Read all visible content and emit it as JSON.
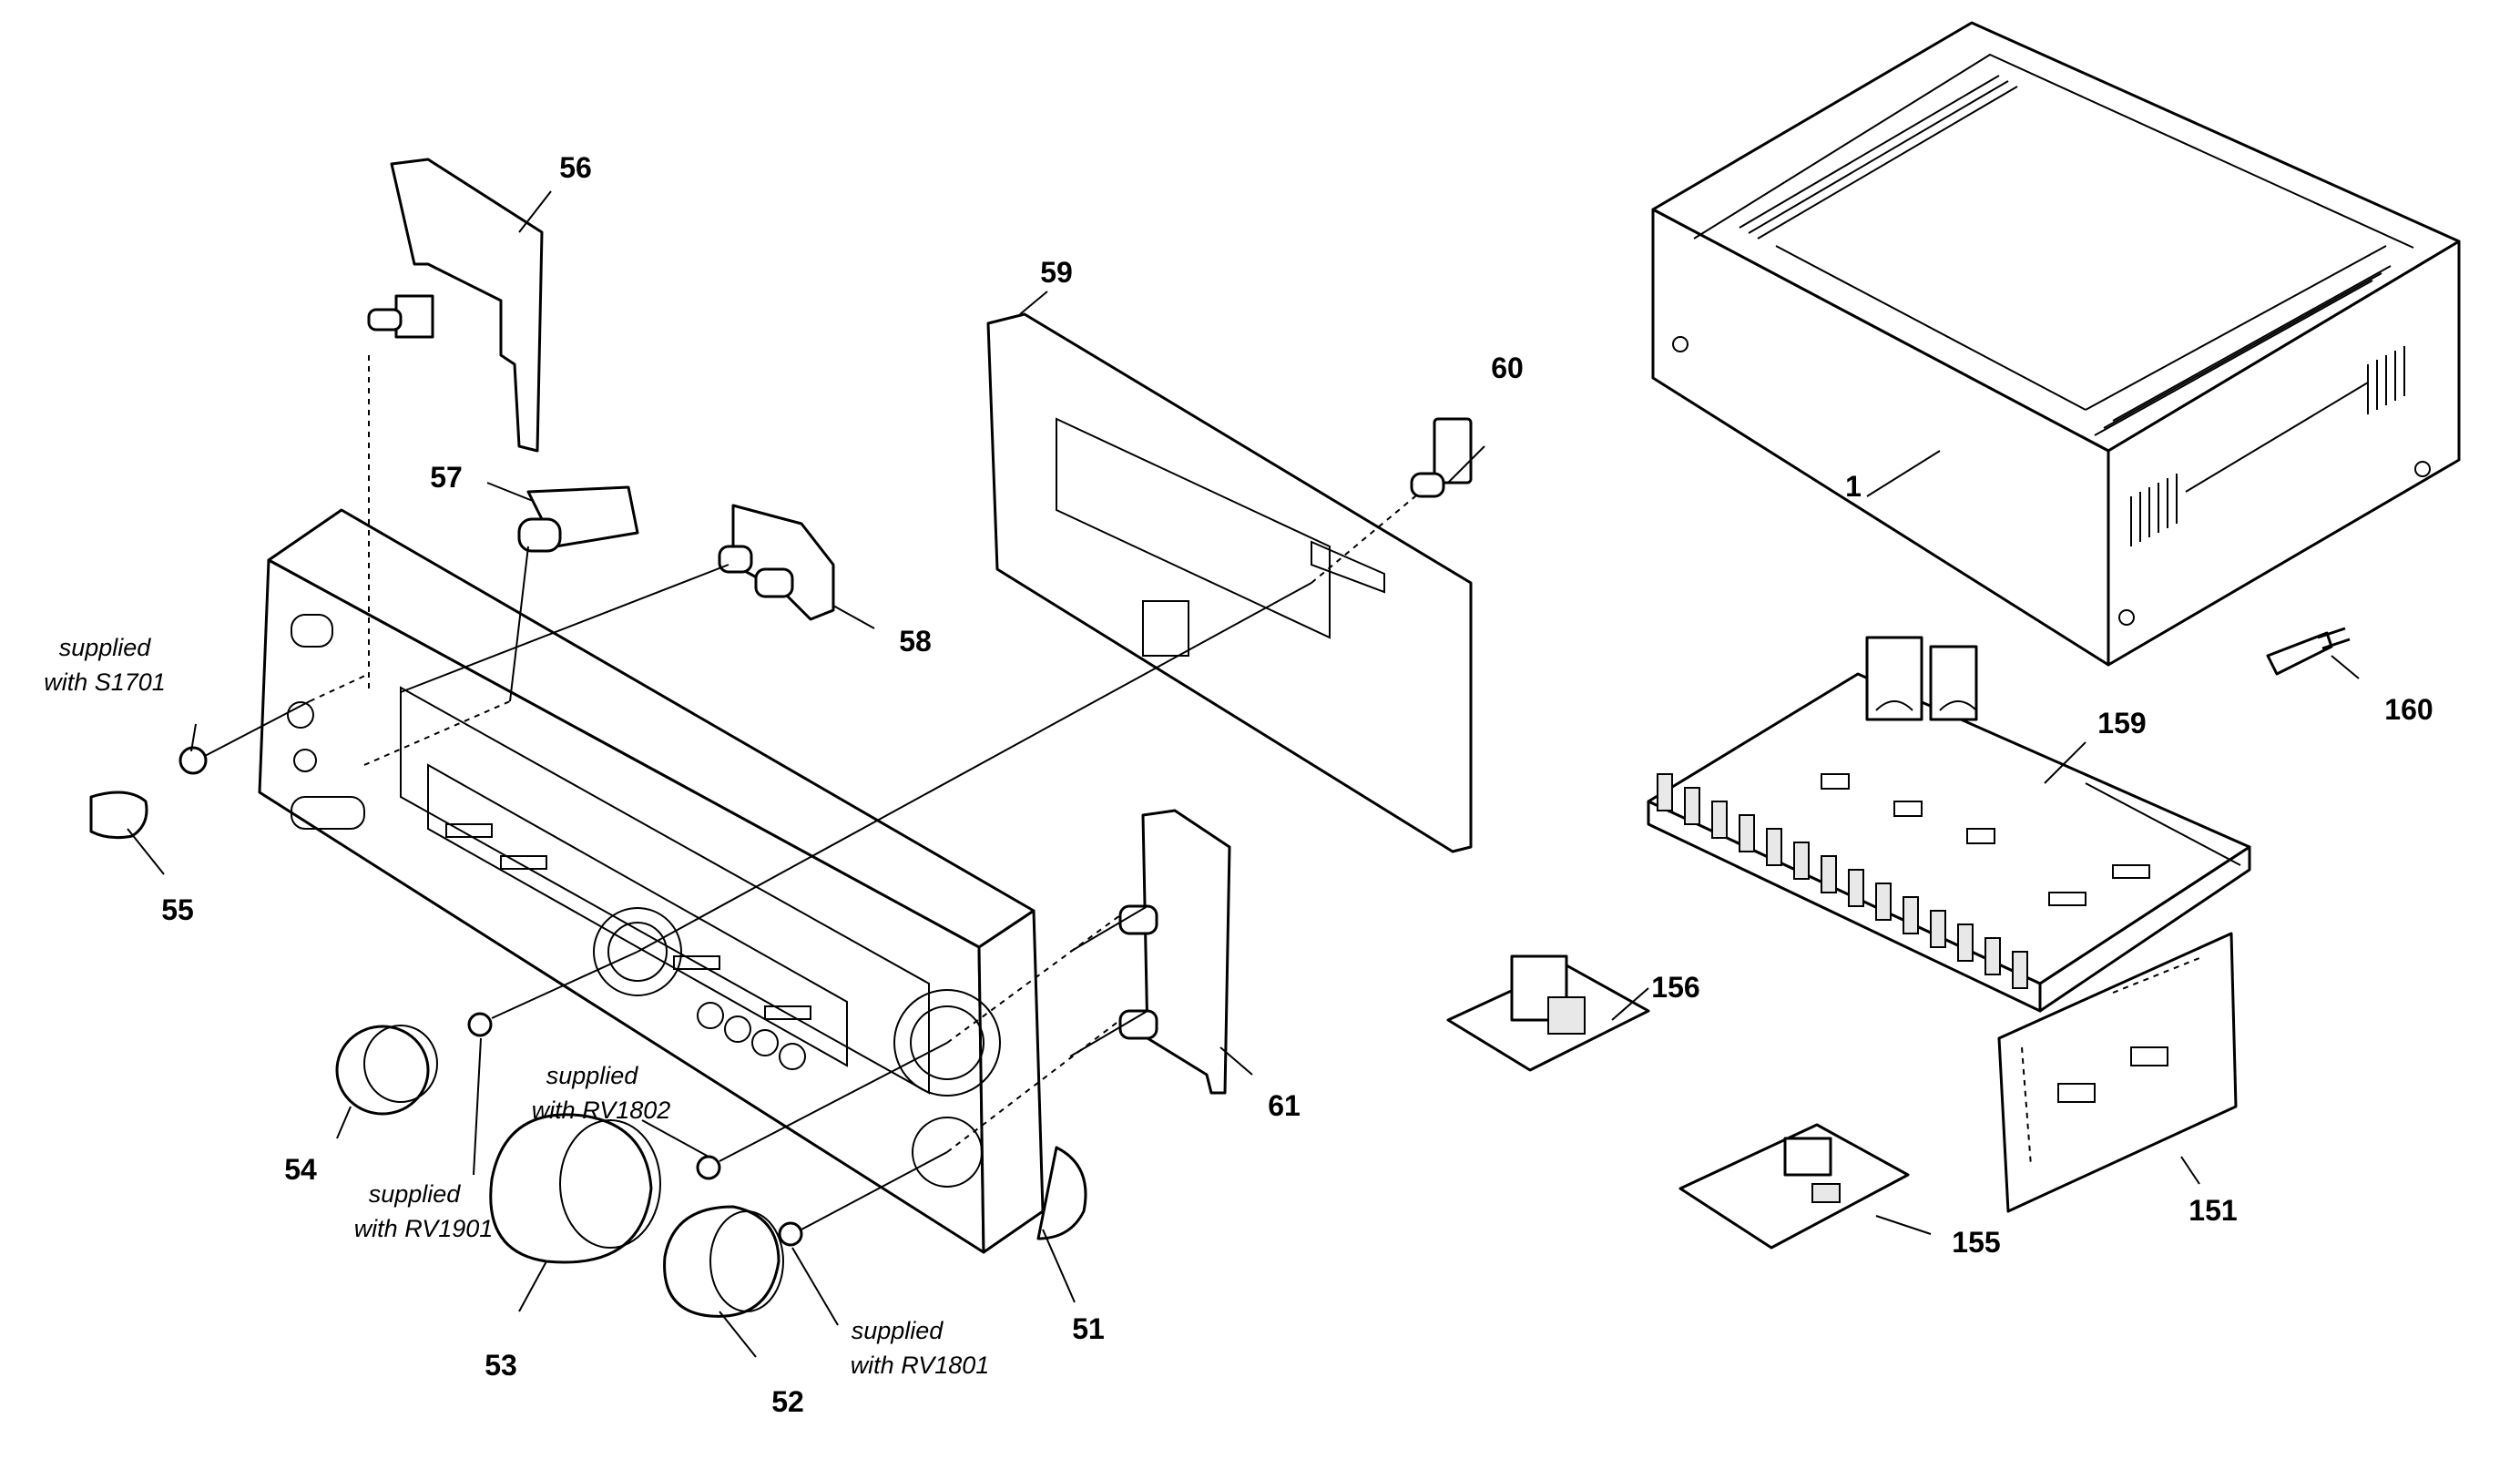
{
  "callouts": {
    "c1": "1",
    "c51": "51",
    "c52": "52",
    "c53": "53",
    "c54": "54",
    "c55": "55",
    "c56": "56",
    "c57": "57",
    "c58": "58",
    "c59": "59",
    "c60": "60",
    "c61": "61",
    "c151": "151",
    "c155": "155",
    "c156": "156",
    "c159": "159",
    "c160": "160"
  },
  "notes": {
    "s1701": [
      "supplied",
      "with S1701"
    ],
    "rv1901": [
      "supplied",
      "with RV1901"
    ],
    "rv1802": [
      "supplied",
      "with RV1802"
    ],
    "rv1801": [
      "supplied",
      "with RV1801"
    ]
  }
}
